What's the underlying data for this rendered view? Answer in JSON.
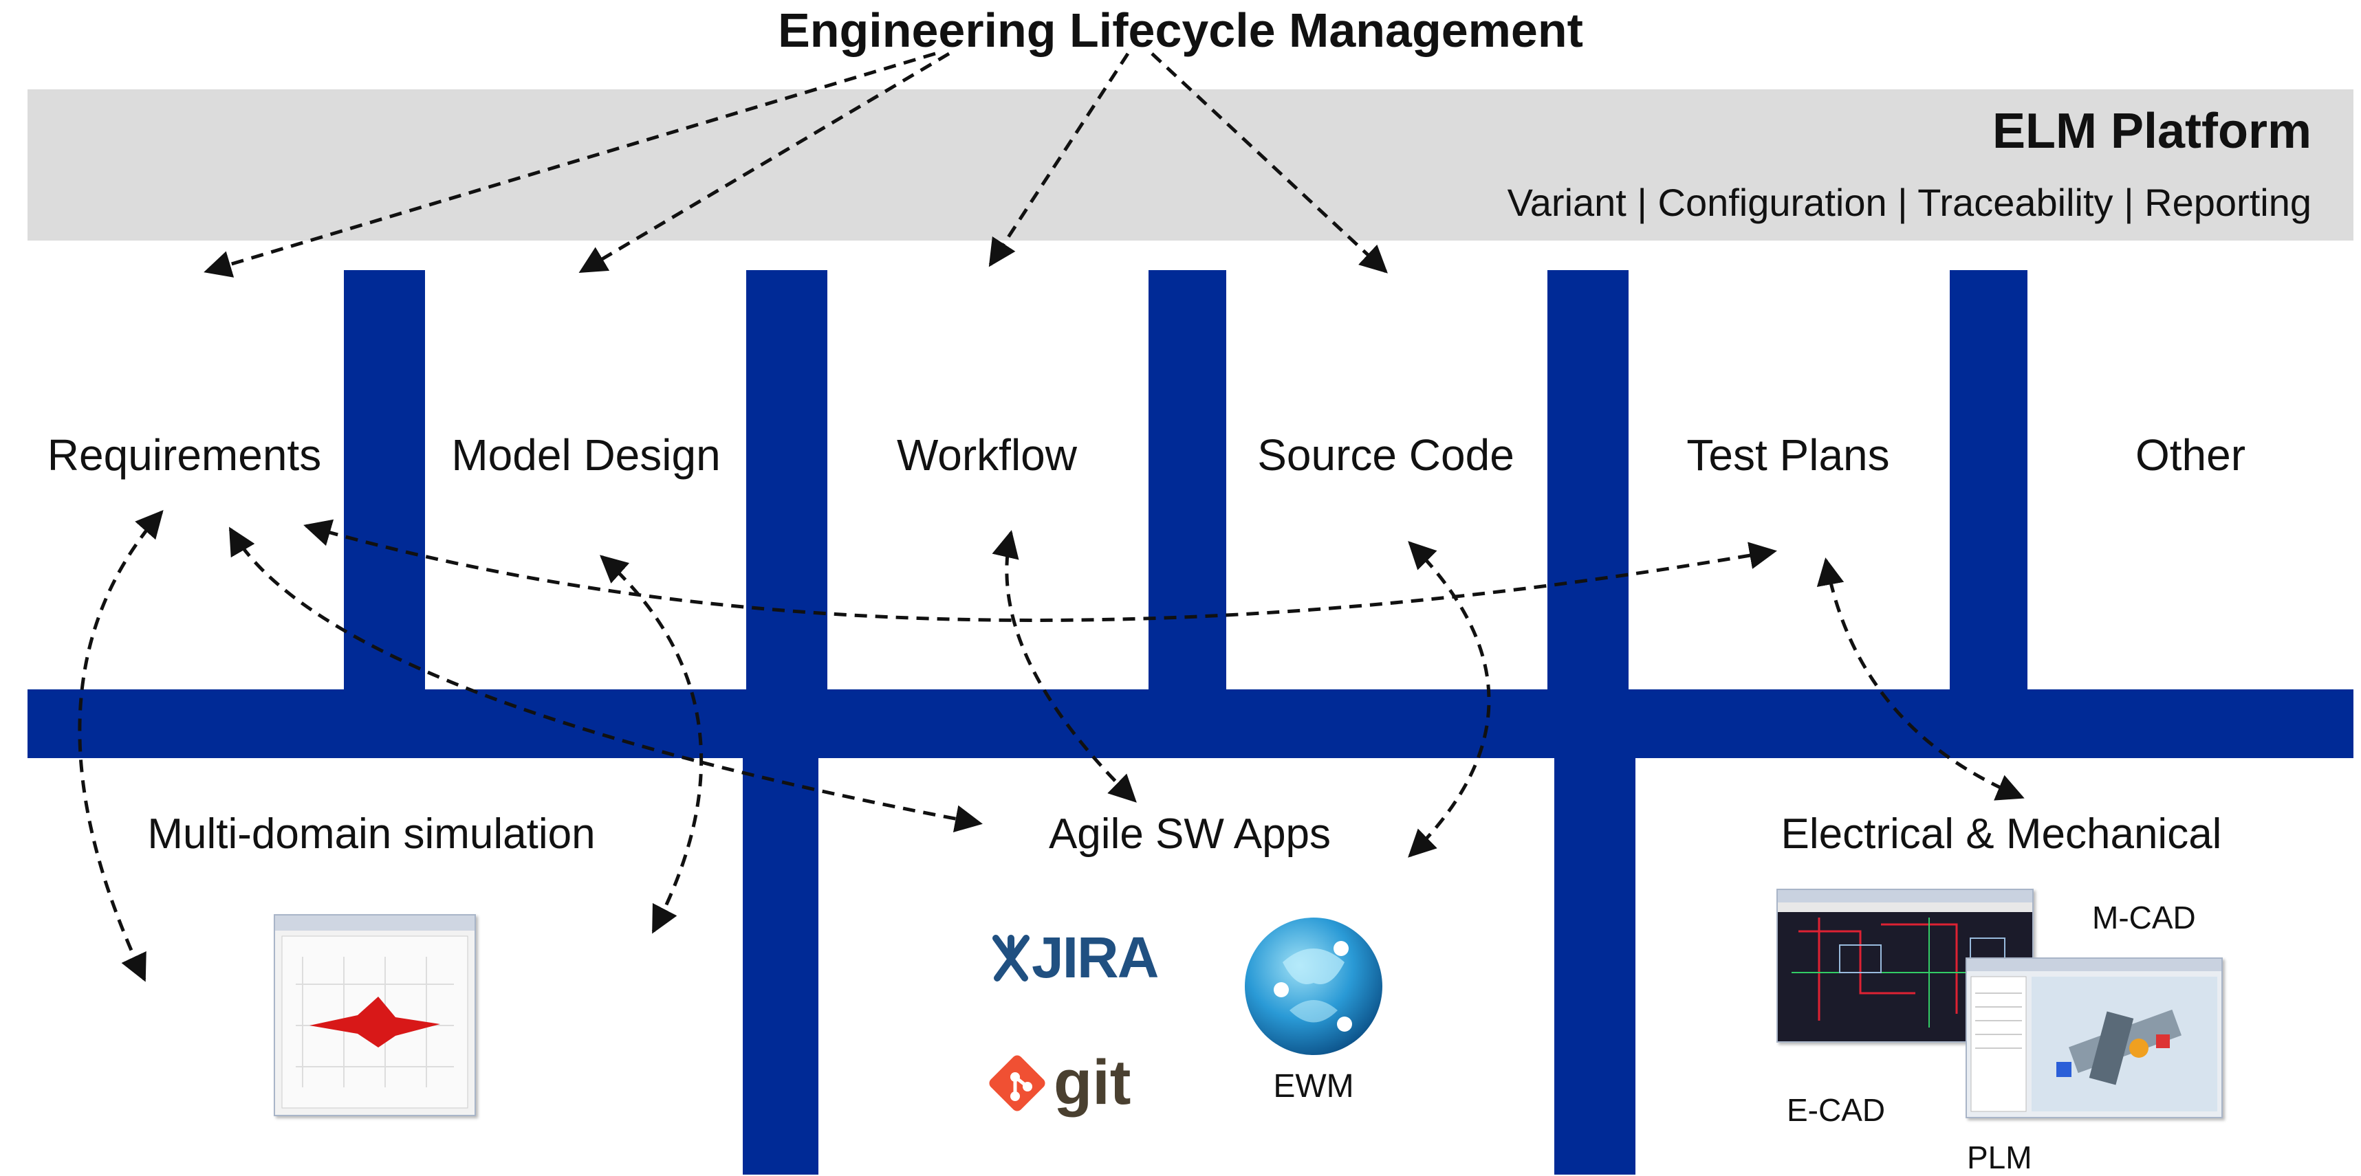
{
  "title": "Engineering Lifecycle Management",
  "platform": {
    "title": "ELM Platform",
    "capabilities": "Variant | Configuration | Traceability | Reporting"
  },
  "columns": [
    "Requirements",
    "Model Design",
    "Workflow",
    "Source Code",
    "Test Plans",
    "Other"
  ],
  "domains": {
    "simulation": "Multi-domain simulation",
    "agile": "Agile SW Apps",
    "electrical": "Electrical & Mechanical"
  },
  "tools": {
    "jira": "JIRA",
    "git": "git",
    "ewm": "EWM",
    "mcad": "M-CAD",
    "ecad": "E-CAD",
    "plm": "PLM"
  },
  "colors": {
    "bar": "#002a96",
    "platform_band": "#dcdcdc",
    "jira": "#205081",
    "git": "#f05033",
    "ewm": "#2a9ad6"
  }
}
